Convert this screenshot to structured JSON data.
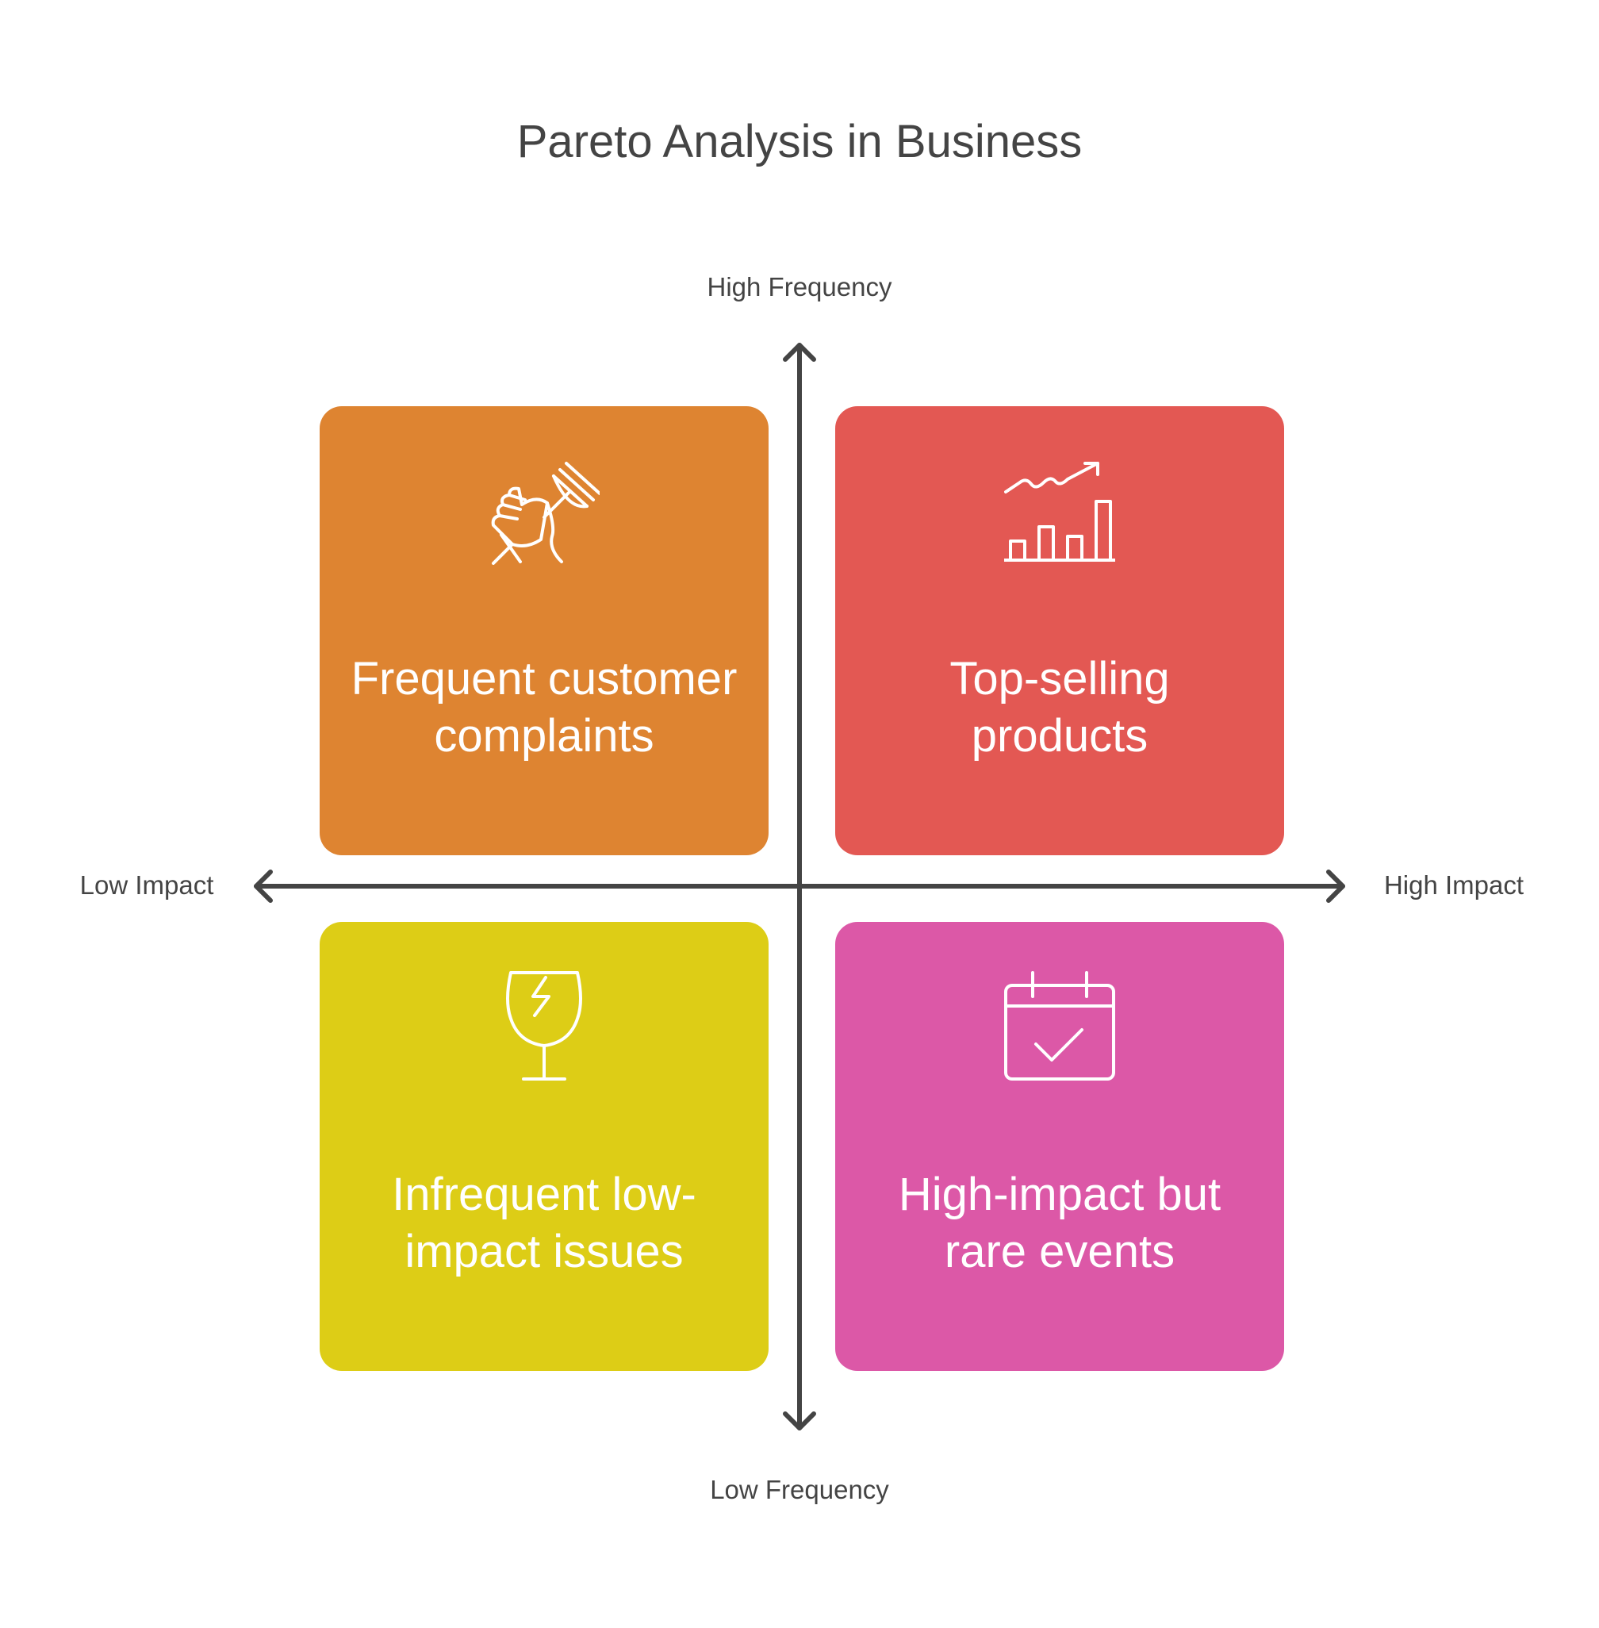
{
  "title": "Pareto Analysis in Business",
  "axes": {
    "top_label": "High Frequency",
    "bottom_label": "Low Frequency",
    "left_label": "Low Impact",
    "right_label": "High Impact"
  },
  "quadrants": [
    {
      "position": "top-left",
      "label": "Frequent customer complaints",
      "icon": "hand-fork-icon",
      "color": "#de8431"
    },
    {
      "position": "top-right",
      "label": "Top-selling products",
      "icon": "growth-chart-icon",
      "color": "#e35853"
    },
    {
      "position": "bottom-left",
      "label": "Infrequent low-impact issues",
      "icon": "broken-glass-icon",
      "color": "#ddcd16"
    },
    {
      "position": "bottom-right",
      "label": "High-impact but rare events",
      "icon": "calendar-check-icon",
      "color": "#dc58a7"
    }
  ]
}
